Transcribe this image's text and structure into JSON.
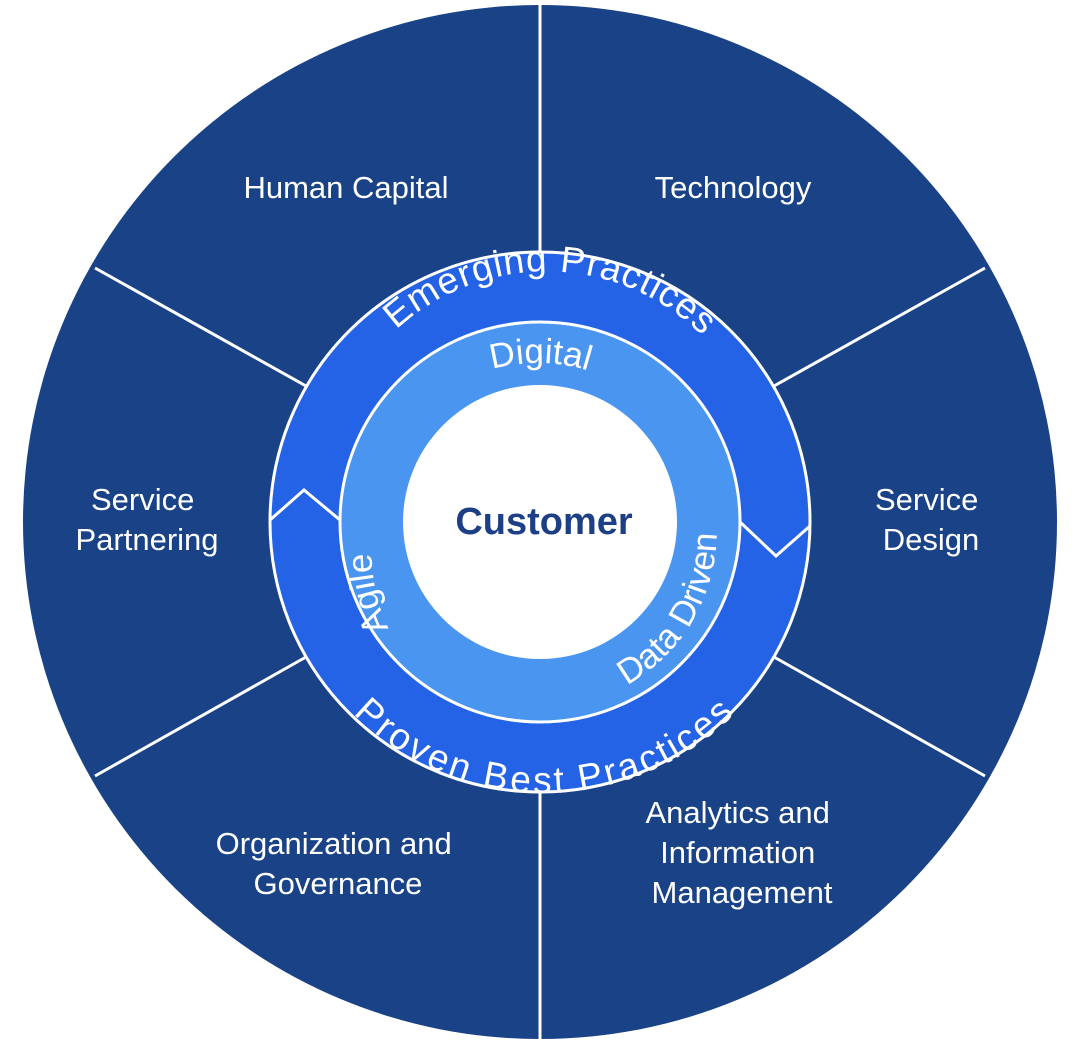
{
  "segments": [
    {
      "id": "human-capital",
      "lines": [
        "Human Capital"
      ]
    },
    {
      "id": "technology",
      "lines": [
        "Technology"
      ]
    },
    {
      "id": "service-design",
      "lines": [
        "Service",
        "Design"
      ]
    },
    {
      "id": "analytics",
      "lines": [
        "Analytics and",
        "Information",
        "Management"
      ]
    },
    {
      "id": "organization",
      "lines": [
        "Organization and",
        "Governance"
      ]
    },
    {
      "id": "service-partnering",
      "lines": [
        "Service",
        "Partnering"
      ]
    }
  ],
  "rings": {
    "emerging": "Emerging  Practices",
    "proven": "Proven  Best  Practices"
  },
  "inner_ring": {
    "digital": "Digital",
    "agile": "Agile",
    "data_driven": "Data Driven"
  },
  "center": "Customer",
  "colors": {
    "outer": "#1a4287",
    "ring": "#2563e6",
    "inner": "#4a95f0",
    "center_fill": "#ffffff",
    "center_text": "#1d3f86",
    "divider": "#ffffff"
  }
}
